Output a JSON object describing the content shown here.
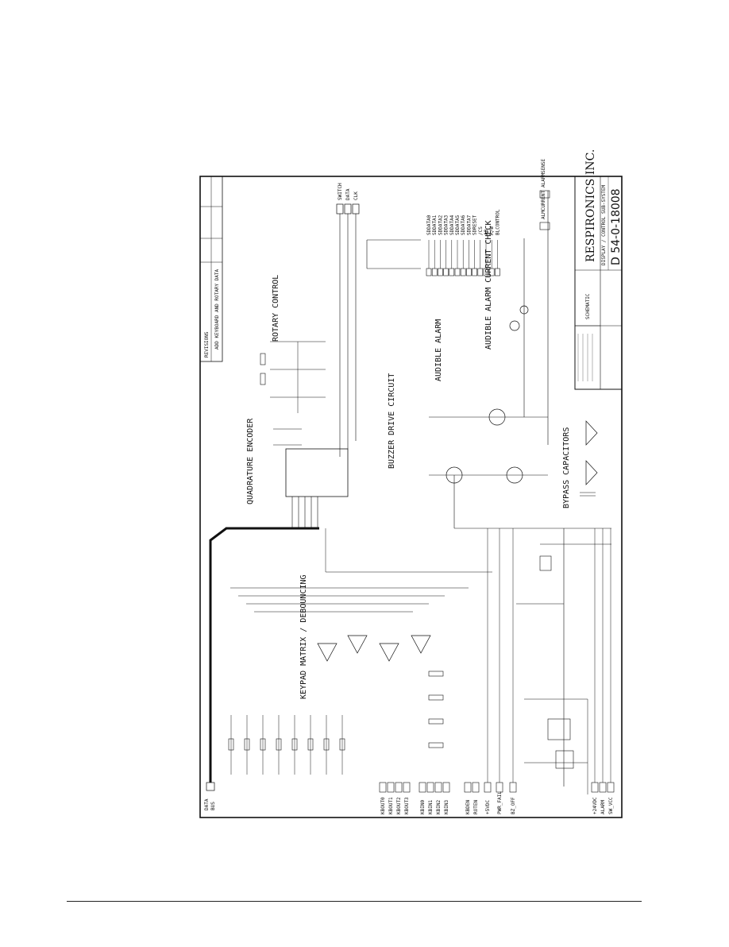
{
  "title_block": {
    "company": "RESPIRONICS INC.",
    "drawing_number": "D 54-0-18008",
    "title_line_1": "DISPLAY / CONTROL SUB-SYSTEM",
    "title_line_2": "SCHEMATIC"
  },
  "revision_block": {
    "header": "REVISIONS",
    "text": "ADD KEYBOARD AND ROTARY DATA"
  },
  "sections": {
    "quadrature": "QUADRATURE ENCODER",
    "rotary": "ROTARY CONTROL",
    "buzzer": "BUZZER DRIVE CIRCUIT",
    "audible": "AUDIBLE ALARM",
    "alarm_check": "AUDIBLE ALARM CURRENT CHECK",
    "keypad": "KEYPAD MATRIX / DEBOUNCING",
    "bypass": "BYPASS CAPACITORS"
  },
  "connectors": {
    "top": [
      "SWITCH",
      "DATA",
      "CLK"
    ],
    "right": [
      "SDDATA0",
      "SDDATA1",
      "SDDATA2",
      "SDDATA3",
      "SDDATA4",
      "SDDATA5",
      "SDDATA6",
      "SDDATA7",
      "SDRESET",
      "/CS",
      "A0",
      "R/W",
      "BLCONTROL"
    ],
    "left_top": [
      "DATA",
      "BUS"
    ],
    "left_mid": [
      "KBOUT0",
      "KBOUT1",
      "KBOUT2",
      "KBOUT3"
    ],
    "left_in": [
      "KBIN0",
      "KBIN1",
      "KBIN2",
      "KBIN3"
    ],
    "left_misc": [
      "KBDEN",
      "ROTEN"
    ],
    "bottom": [
      "+5VDC",
      "PWR_FAIL",
      "BZ_OFF",
      "+24VDC",
      "ALARM",
      "SW_VCC"
    ],
    "alarm_out": [
      "ALARMSENSE",
      "ALMCURRENT"
    ]
  }
}
